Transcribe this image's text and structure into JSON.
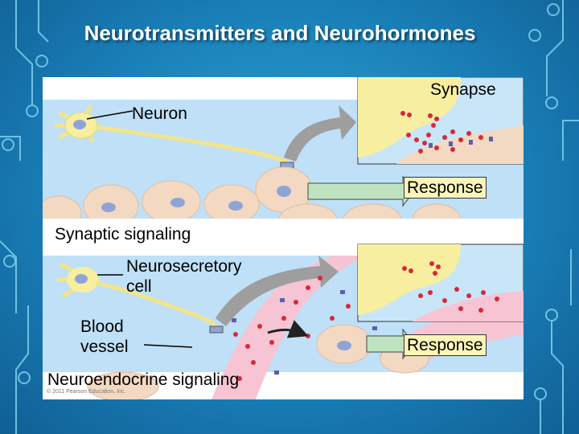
{
  "slide": {
    "title": "Neurotransmitters and Neurohormones"
  },
  "figure": {
    "top_panel": {
      "synapse_label": "Synapse",
      "neuron_label": "Neuron",
      "response_label": "Response",
      "caption": "Synaptic signaling"
    },
    "bottom_panel": {
      "neurosecretory_label_line1": "Neurosecretory",
      "neurosecretory_label_line2": "cell",
      "blood_vessel_line1": "Blood",
      "blood_vessel_line2": "vessel",
      "response_label": "Response",
      "caption": "Neuroendocrine signaling"
    },
    "copyright": "© 2011 Pearson Education, Inc.",
    "colors": {
      "panel_bg": "#bfe0f7",
      "inset_bg": "#c8e6f8",
      "neuron": "#f7eea0",
      "cell": "#f3d9c2",
      "nucleus": "#8fa4d6",
      "vesicle": "#d8283a",
      "vessel": "#f6c4d3",
      "arrow": "#9e9e9e",
      "response_box": "#fbf6b8"
    }
  }
}
